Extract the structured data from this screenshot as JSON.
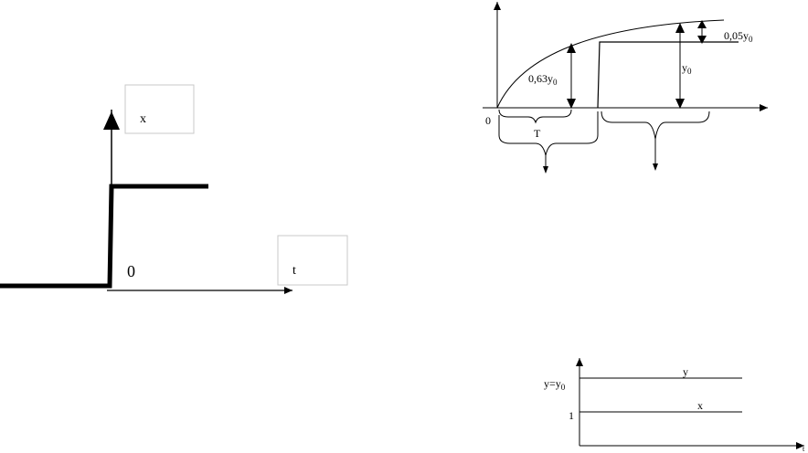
{
  "step_input": {
    "y_label": "x",
    "x_label": "t",
    "origin_label": "0"
  },
  "step_response": {
    "origin_label": "0",
    "tau_label": "T",
    "label_063": "0,63y",
    "label_y0": "y",
    "label_005": "0,05y",
    "subscript": "0"
  },
  "steady_state": {
    "y_label": "y",
    "x_label": "x",
    "level_y": "y=y",
    "level_y_sub": "0",
    "level_1": "1",
    "t_label": "t"
  },
  "colors": {
    "stroke": "#000000",
    "box_border": "#c8c8c8"
  }
}
